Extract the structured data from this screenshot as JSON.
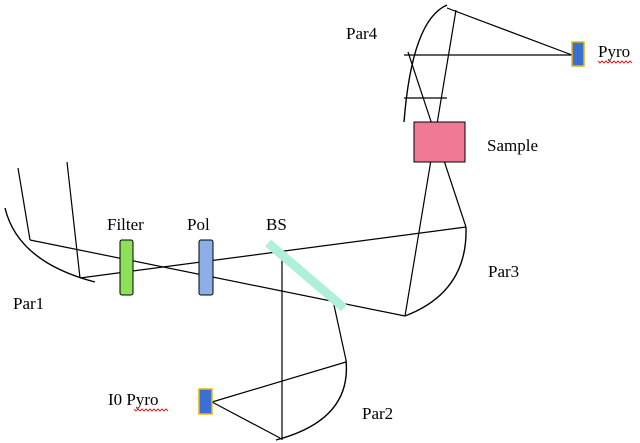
{
  "labels": {
    "par1": "Par1",
    "par2": "Par2",
    "par3": "Par3",
    "par4": "Par4",
    "filter": "Filter",
    "pol": "Pol",
    "bs": "BS",
    "sample": "Sample",
    "pyro": "Pyro",
    "i0_pyro": "I0 Pyro"
  },
  "colors": {
    "filter": "#8ee05a",
    "polarizer": "#8eaee8",
    "beamsplitter": "#aef0d8",
    "sample": "#f07a95",
    "detector": "#3a6fd8",
    "detector_border": "#e6b800"
  }
}
